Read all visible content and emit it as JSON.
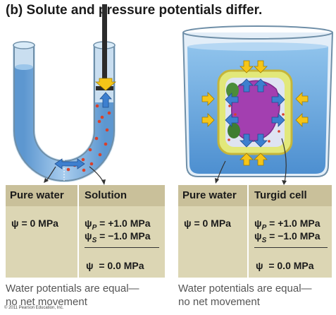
{
  "title": "(b) Solute and pressure potentials differ.",
  "left_panel": {
    "col1_header": "Pure water",
    "col2_header": "Solution",
    "col1_value": "ψ = 0 MPa",
    "psi_p": "= +1.0 MPa",
    "psi_s": "= −1.0 MPa",
    "psi_total": "= 0.0 MPa"
  },
  "right_panel": {
    "col1_header": "Pure water",
    "col2_header": "Turgid cell",
    "col1_value": "ψ = 0 MPa",
    "psi_p": "= +1.0 MPa",
    "psi_s": "= −1.0 MPa",
    "psi_total": "= 0.0 MPa"
  },
  "caption_left": {
    "line1": "Water potentials are equal—",
    "line2": "no net movement"
  },
  "caption_right": {
    "line1": "Water potentials are equal—",
    "line2": "no net movement"
  },
  "copyright": "© 2011 Pearson Education, Inc.",
  "colors": {
    "panel": "#dcd6b4",
    "header": "#c9c09a",
    "water": "#7fb4e0",
    "arrow_yellow": "#f5c518",
    "arrow_blue": "#3d7fcf",
    "cell": "#a33fb0"
  }
}
